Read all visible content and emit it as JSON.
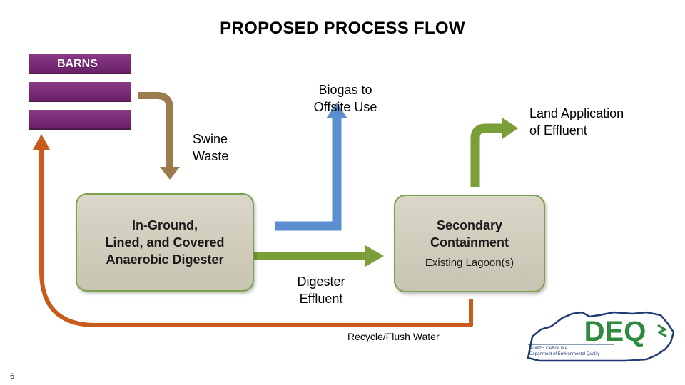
{
  "title": "PROPOSED PROCESS FLOW",
  "barns": {
    "label": "BARNS"
  },
  "labels": {
    "swine_waste": [
      "Swine",
      "Waste"
    ],
    "biogas": [
      "Biogas to",
      "Offsite Use"
    ],
    "land_application": [
      "Land Application",
      "of Effluent"
    ],
    "digester_effluent": [
      "Digester",
      "Effluent"
    ],
    "recycle": "Recycle/Flush Water"
  },
  "digester_box": {
    "lines": [
      "In-Ground,",
      "Lined, and Covered",
      "Anaerobic Digester"
    ]
  },
  "secondary_box": {
    "lines": [
      "Secondary",
      "Containment"
    ],
    "sub": "Existing Lagoon(s)"
  },
  "logo": {
    "text": "DEQ",
    "state": "NORTH CAROLINA",
    "dept": "Department of Environmental Quality"
  },
  "page_number": "6",
  "colors": {
    "barn": "#7b2c78",
    "swine_arrow": "#9c7c4e",
    "biogas_arrow": "#5b8fd0",
    "land_arrow": "#7a9e3a",
    "effluent_arrow": "#7a9e3a",
    "recycle_arrow": "#c85a1c",
    "logo_green": "#2e8a3e",
    "logo_navy": "#1f3a73"
  }
}
